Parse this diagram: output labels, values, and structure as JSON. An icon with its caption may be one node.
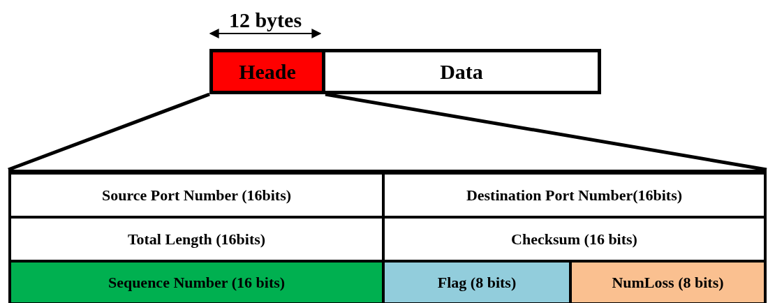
{
  "diagram": {
    "nodes": [
      {
        "text": [
          "Heade"
        ]
      },
      {
        "text": [
          "Data"
        ]
      },
      {
        "text": [],
        "shape": "box"
      },
      {
        "text": [
          "Source Port Number (16bits)"
        ],
        "in": 2
      },
      {
        "text": [
          "Destination Port Number(16bits)"
        ],
        "in": 2
      },
      {
        "text": [
          "Total Length (16bits)"
        ],
        "in": 2
      },
      {
        "text": [
          "Checksum (16 bits)"
        ],
        "in": 2
      },
      {
        "text": [
          "Sequence Number (16 bits)"
        ],
        "in": 2
      },
      {
        "text": [
          "Flag (8 bits)"
        ],
        "in": 2
      },
      {
        "text": [
          "NumLoss (8 bits)"
        ],
        "in": 2
      }
    ],
    "edges": [
      {
        "from": 0,
        "to": 2,
        "arrow": "none"
      },
      {
        "from": 0,
        "to": 2,
        "arrow": "none"
      }
    ],
    "labels": [
      "12 bytes"
    ]
  }
}
